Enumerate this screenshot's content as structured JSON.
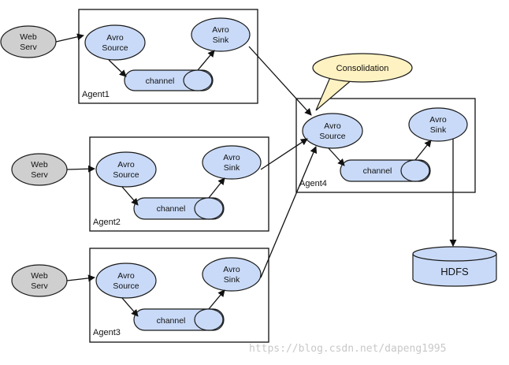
{
  "agents": [
    {
      "label": "Agent1",
      "web_line1": "Web",
      "web_line2": "Serv",
      "source_line1": "Avro",
      "source_line2": "Source",
      "sink_line1": "Avro",
      "sink_line2": "Sink",
      "channel": "channel"
    },
    {
      "label": "Agent2",
      "web_line1": "Web",
      "web_line2": "Serv",
      "source_line1": "Avro",
      "source_line2": "Source",
      "sink_line1": "Avro",
      "sink_line2": "Sink",
      "channel": "channel"
    },
    {
      "label": "Agent3",
      "web_line1": "Web",
      "web_line2": "Serv",
      "source_line1": "Avro",
      "source_line2": "Source",
      "sink_line1": "Avro",
      "sink_line2": "Sink",
      "channel": "channel"
    }
  ],
  "agent4": {
    "label": "Agent4",
    "source_line1": "Avro",
    "source_line2": "Source",
    "sink_line1": "Avro",
    "sink_line2": "Sink",
    "channel": "channel"
  },
  "callout": "Consolidation",
  "hdfs": "HDFS",
  "watermark": "https://blog.csdn.net/dapeng1995",
  "colors": {
    "node_fill": "#c9daf8",
    "web_fill": "#cfcfcf",
    "callout_fill": "#fff2c2",
    "stroke": "#111111"
  }
}
